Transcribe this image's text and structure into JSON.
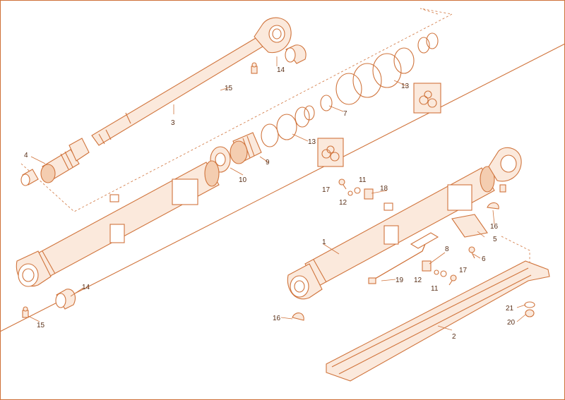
{
  "diagram": {
    "line_color": "#d0743c",
    "fill_color": "#fbe9dc",
    "label_color": "#5a3018",
    "labels": [
      {
        "id": "l1",
        "text": "1"
      },
      {
        "id": "l2",
        "text": "2"
      },
      {
        "id": "l3",
        "text": "3"
      },
      {
        "id": "l4",
        "text": "4"
      },
      {
        "id": "l5",
        "text": "5"
      },
      {
        "id": "l6",
        "text": "6"
      },
      {
        "id": "l7",
        "text": "7"
      },
      {
        "id": "l8",
        "text": "8"
      },
      {
        "id": "l9",
        "text": "9"
      },
      {
        "id": "l10",
        "text": "10"
      },
      {
        "id": "l11a",
        "text": "11"
      },
      {
        "id": "l11b",
        "text": "11"
      },
      {
        "id": "l12a",
        "text": "12"
      },
      {
        "id": "l12b",
        "text": "12"
      },
      {
        "id": "l13a",
        "text": "13"
      },
      {
        "id": "l13b",
        "text": "13"
      },
      {
        "id": "l14a",
        "text": "14"
      },
      {
        "id": "l14b",
        "text": "14"
      },
      {
        "id": "l15a",
        "text": "15"
      },
      {
        "id": "l15b",
        "text": "15"
      },
      {
        "id": "l16a",
        "text": "16"
      },
      {
        "id": "l16b",
        "text": "16"
      },
      {
        "id": "l17a",
        "text": "17"
      },
      {
        "id": "l17b",
        "text": "17"
      },
      {
        "id": "l18",
        "text": "18"
      },
      {
        "id": "l19",
        "text": "19"
      },
      {
        "id": "l20",
        "text": "20"
      },
      {
        "id": "l21",
        "text": "21"
      }
    ]
  }
}
